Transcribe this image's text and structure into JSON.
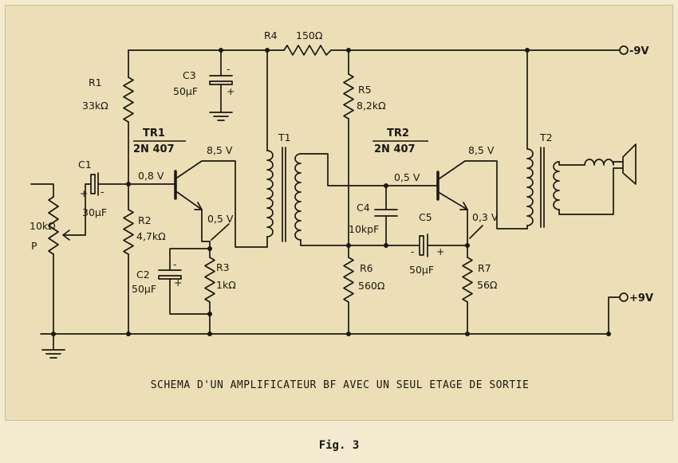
{
  "schematic": {
    "caption": "SCHEMA D'UN AMPLIFICATEUR BF AVEC UN SEUL ETAGE DE SORTIE",
    "supply_negative": "-9V",
    "supply_positive": "+9V",
    "components": {
      "r1": {
        "ref": "R1",
        "value": "33kΩ"
      },
      "r2": {
        "ref": "R2",
        "value": "4,7kΩ"
      },
      "r3": {
        "ref": "R3",
        "value": "1kΩ"
      },
      "r4": {
        "ref": "R4",
        "value": "150Ω"
      },
      "r5": {
        "ref": "R5",
        "value": "8,2kΩ"
      },
      "r6": {
        "ref": "R6",
        "value": "560Ω"
      },
      "r7": {
        "ref": "R7",
        "value": "56Ω"
      },
      "c1": {
        "ref": "C1",
        "value": "30µF"
      },
      "c2": {
        "ref": "C2",
        "value": "50µF"
      },
      "c3": {
        "ref": "C3",
        "value": "50µF"
      },
      "c4": {
        "ref": "C4",
        "value": "10kpF"
      },
      "c5": {
        "ref": "C5",
        "value": "50µF"
      },
      "t1": {
        "ref": "T1"
      },
      "t2": {
        "ref": "T2"
      },
      "tr1": {
        "ref": "TR1",
        "type": "2N 407"
      },
      "tr2": {
        "ref": "TR2",
        "type": "2N 407"
      },
      "pot": {
        "ref": "P",
        "value": "10kΩ"
      }
    },
    "voltages": {
      "tr1_base": "0,8 V",
      "tr1_collector": "8,5 V",
      "tr1_emitter": "0,5 V",
      "tr2_base": "0,5 V",
      "tr2_collector": "8,5 V",
      "tr2_emitter": "0,3 V"
    },
    "polarity": {
      "plus": "+",
      "minus": "-"
    }
  },
  "figure_label": "Fig. 3"
}
